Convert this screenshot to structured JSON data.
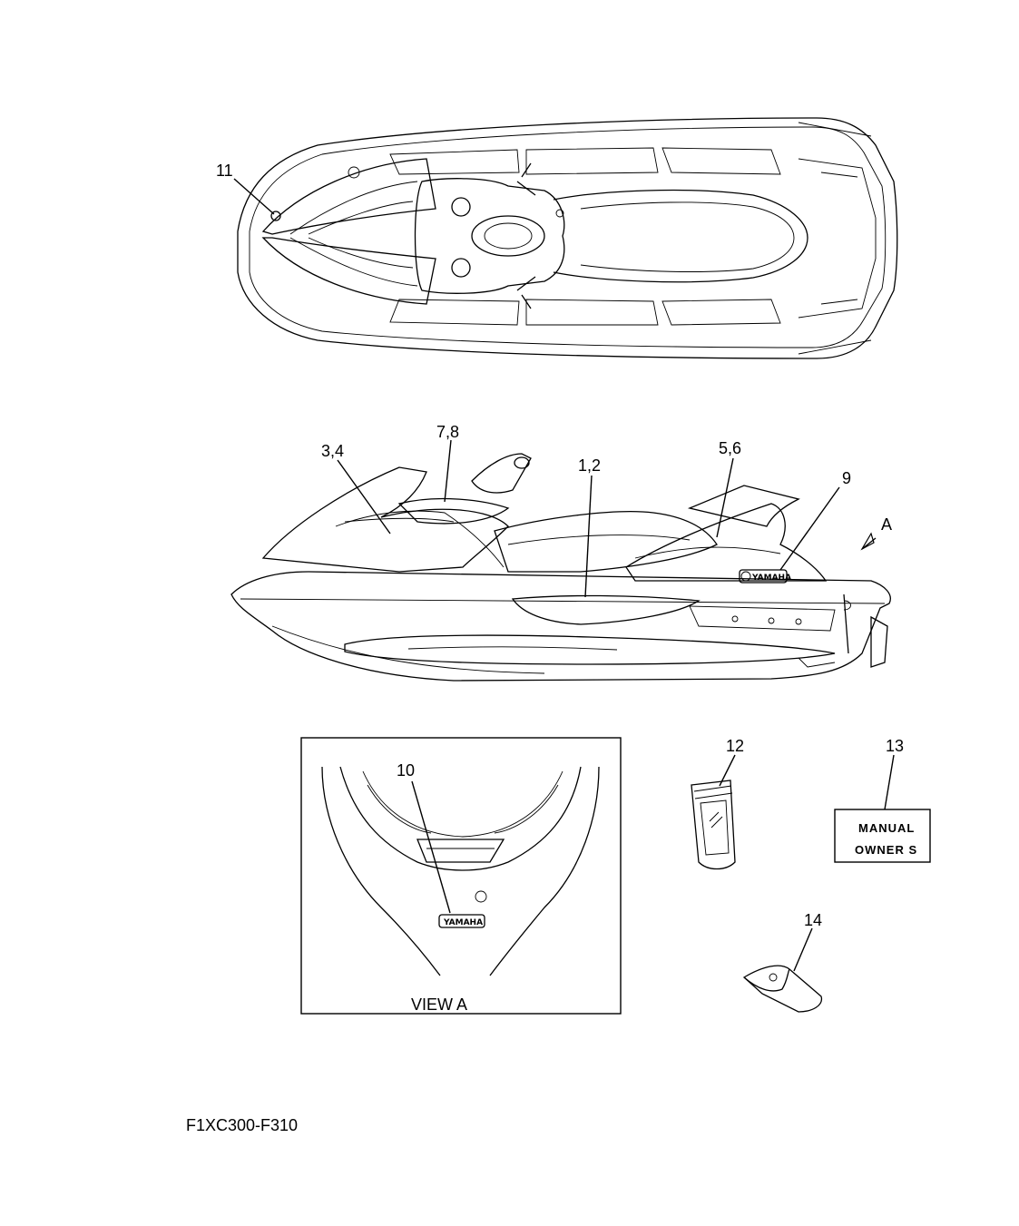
{
  "callouts": {
    "c11": "11",
    "c34": "3,4",
    "c78": "7,8",
    "c12a": "1,2",
    "c56": "5,6",
    "c9": "9",
    "cA": "A",
    "c10": "10",
    "c12": "12",
    "c13": "13",
    "c14": "14"
  },
  "view_a": {
    "caption": "VIEW A"
  },
  "manual_label": {
    "line1": "MANUAL",
    "line2": "OWNER S"
  },
  "logo": {
    "text": "YAMAHA"
  },
  "diagram_code": "F1XC300-F310"
}
